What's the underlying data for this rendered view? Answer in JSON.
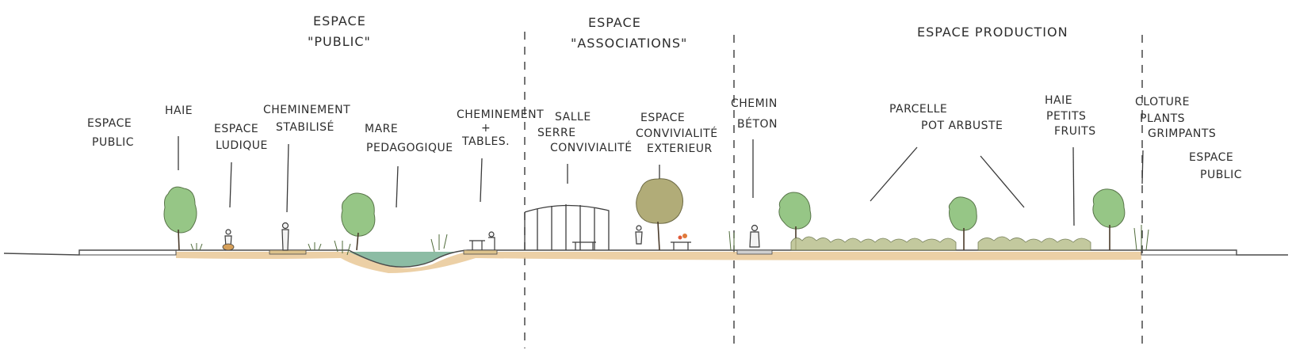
{
  "zones": [
    {
      "line1": "ESPACE",
      "line2": "\"PUBLIC\""
    },
    {
      "line1": "ESPACE",
      "line2": "\"ASSOCIATIONS\""
    },
    {
      "line1": "ESPACE PRODUCTION",
      "line2": ""
    }
  ],
  "labels": {
    "espace_public_left": [
      "ESPACE",
      "PUBLIC"
    ],
    "haie": [
      "HAIE"
    ],
    "espace_ludique": [
      "ESPACE",
      "LUDIQUE"
    ],
    "cheminement_stabilise": [
      "CHEMINEMENT",
      "STABILISÉ"
    ],
    "mare_pedagogique": [
      "MARE",
      "PEDAGOGIQUE"
    ],
    "cheminement_tables": [
      "CHEMINEMENT",
      "+",
      "TABLES."
    ],
    "salle_serre": [
      "SALLE",
      "SERRE",
      "CONVIVIALITÉ"
    ],
    "espace_convivialite": [
      "ESPACE",
      "CONVIVIALITÉ",
      "EXTERIEUR"
    ],
    "chemin_beton": [
      "CHEMIN",
      "BÉTON"
    ],
    "parcelle": [
      "PARCELLE",
      "POT ARBUSTE"
    ],
    "haie_petits_fruits": [
      "HAIE",
      "PETITS",
      "FRUITS"
    ],
    "cloture": [
      "CLOTURE",
      "PLANTS",
      "GRIMPANTS"
    ],
    "espace_public_right": [
      "ESPACE",
      "PUBLIC"
    ]
  },
  "colors": {
    "ink": "#2d2d2d",
    "tree_green": "#8ec27c",
    "soil": "#e9c896",
    "pond": "#7fb59a"
  }
}
